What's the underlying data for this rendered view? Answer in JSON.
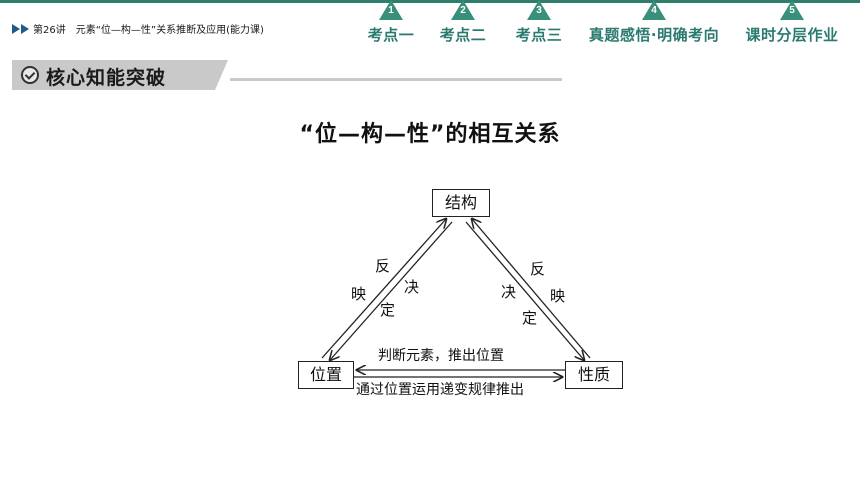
{
  "header": {
    "lecture_number": "第26讲",
    "lecture_title": "元素“位—构—性”关系推断及应用(能力课)",
    "nav": [
      {
        "num": "1",
        "label": "考点一"
      },
      {
        "num": "2",
        "label": "考点二"
      },
      {
        "num": "3",
        "label": "考点三"
      },
      {
        "num": "4",
        "label": "真题感悟·明确考向"
      },
      {
        "num": "5",
        "label": "课时分层作业"
      }
    ]
  },
  "section": {
    "title": "核心知能突破"
  },
  "heading": "“位—构—性”的相互关系",
  "diagram": {
    "nodes": {
      "top": "结构",
      "left": "位置",
      "right": "性质"
    },
    "left_edge": {
      "outer": [
        "反",
        "映"
      ],
      "inner": [
        "决",
        "定"
      ]
    },
    "right_edge": {
      "outer": [
        "反",
        "映"
      ],
      "inner": [
        "决",
        "定"
      ]
    },
    "bottom_edge": {
      "upper": "判断元素，推出位置",
      "lower": "通过位置运用递变规律推出"
    }
  },
  "colors": {
    "nav_accent": "#2a7a70",
    "badge": "#3a8f7a",
    "banner_bg": "#c9c9c9",
    "lecture_arrow": "#1e5a8a"
  }
}
